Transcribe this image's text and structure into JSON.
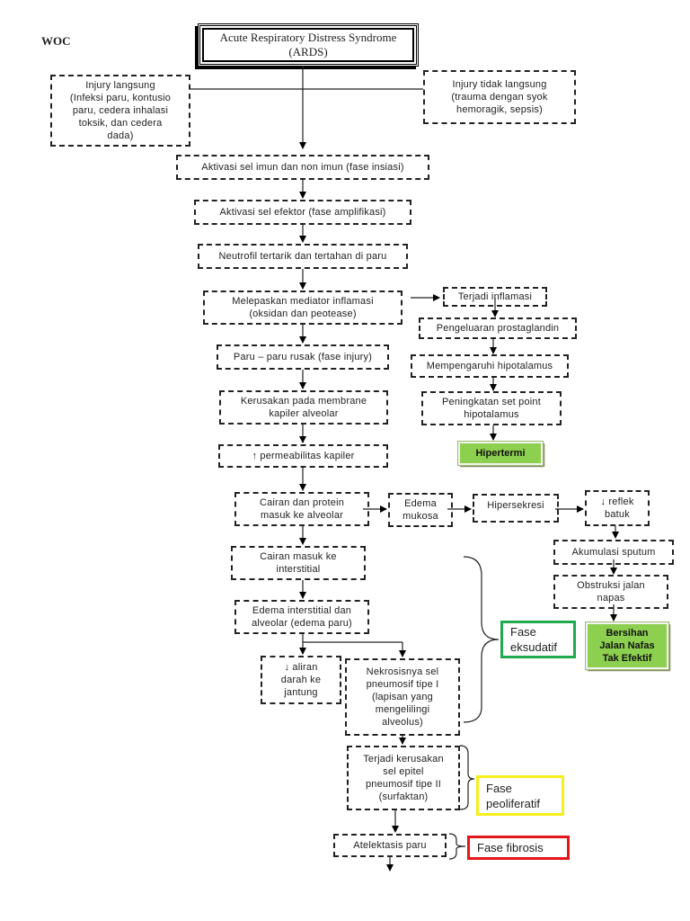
{
  "heading": "WOC",
  "title": "Acute Respiratory Distress Syndrome\n(ARDS)",
  "causes": {
    "direct": "Injury langsung\n(Infeksi paru, kontusio\nparu, cedera inhalasi\ntoksik, dan cedera\ndada)",
    "indirect": "Injury tidak langsung\n(trauma dengan syok\nhemoragik, sepsis)"
  },
  "main_flow": [
    "Aktivasi sel imun dan non imun (fase insiasi)",
    "Aktivasi sel efektor (fase amplifikasi)",
    "Neutrofil tertarik dan tertahan di paru",
    "Melepaskan mediator inflamasi\n(oksidan dan peotease)",
    "Paru – paru rusak (fase injury)",
    "Kerusakan pada membrane\nkapiler alveolar",
    "↑ permeabilitas kapiler",
    "Cairan dan protein\nmasuk ke alveolar",
    "Cairan masuk ke\ninterstitial",
    "Edema interstitial dan\nalveolar (edema paru)",
    "↓ aliran\ndarah ke\njantung",
    "Nekrosisnya sel\npneumosif tipe I\n(lapisan yang\nmengelilingi\nalveolus)",
    "Terjadi kerusakan\nsel epitel\npneumosif tipe II\n(surfaktan)",
    "Atelektasis paru"
  ],
  "inflammation_branch": [
    "Terjadi inflamasi",
    "Pengeluaran prostaglandin",
    "Mempengaruhi hipotalamus",
    "Peningkatan set point\nhipotalamus"
  ],
  "airway_branch": [
    "Edema\nmukosa",
    "Hipersekresi",
    "↓ reflek\nbatuk",
    "Akumulasi sputum",
    "Obstruksi jalan\nnapas"
  ],
  "diagnoses": {
    "hyperthermia": "Hipertermi",
    "airway": "Bersihan\nJalan Nafas\nTak Efektif",
    "color": "#8dcf4f"
  },
  "phases": [
    {
      "label": "Fase\neksudatif",
      "color": "#1faa4f"
    },
    {
      "label": "Fase\npeoliferatif",
      "color": "#f5ef1c"
    },
    {
      "label": "Fase fibrosis",
      "color": "#e3161b"
    }
  ]
}
